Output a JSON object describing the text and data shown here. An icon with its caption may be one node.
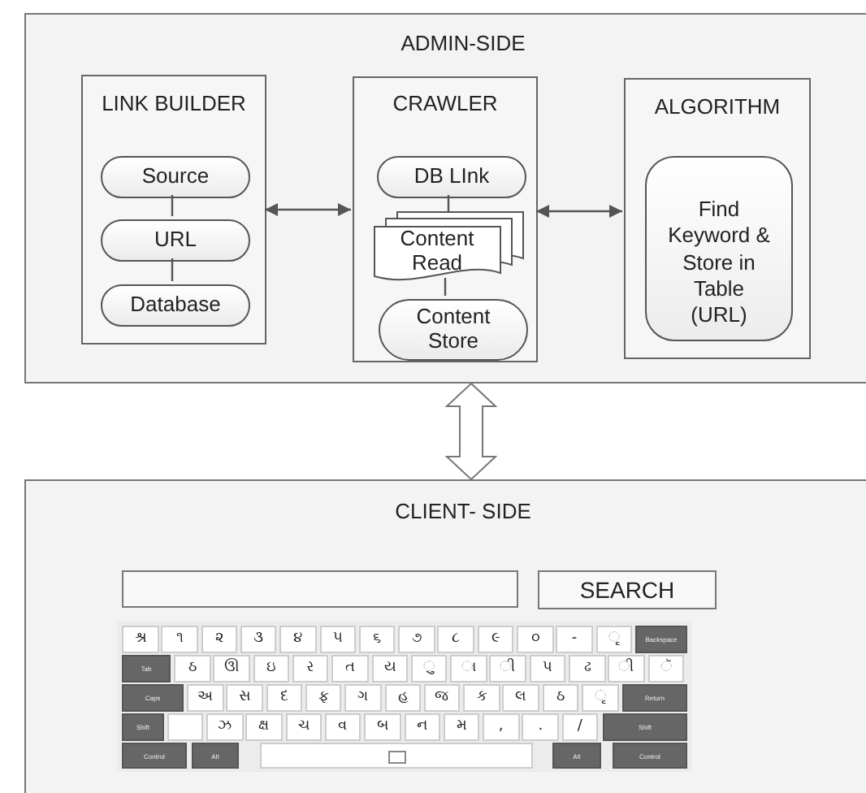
{
  "diagram": {
    "nodes": [
      {
        "text": [
          "ADMIN-SIDE"
        ]
      },
      {
        "text": [
          "LINK BUILDER"
        ],
        "in": 0
      },
      {
        "text": [
          "Source"
        ],
        "in": 1
      },
      {
        "text": [
          "URL"
        ],
        "in": 1
      },
      {
        "text": [
          "Database"
        ],
        "in": 1
      },
      {
        "text": [
          "CRAWLER"
        ],
        "in": 0
      },
      {
        "text": [
          "DB LInk"
        ],
        "in": 5
      },
      {
        "text": [
          "Content Read"
        ],
        "in": 5
      },
      {
        "text": [
          "Content Store"
        ],
        "in": 5
      },
      {
        "text": [
          "ALGORITHM"
        ],
        "in": 0
      },
      {
        "text": [
          "Find Keyword & Store in Table (URL)"
        ],
        "in": 9
      },
      {
        "text": [
          "CLIENT- SIDE"
        ]
      },
      {
        "text": [],
        "shape": "box",
        "in": 11
      },
      {
        "text": [
          "SEARCH"
        ],
        "in": 11
      }
    ],
    "edges": [
      {
        "from": 2,
        "to": 3,
        "arrow": "none"
      },
      {
        "from": 3,
        "to": 4,
        "arrow": "none"
      },
      {
        "from": 6,
        "to": 7,
        "arrow": "none"
      },
      {
        "from": 7,
        "to": 8,
        "arrow": "none"
      },
      {
        "from": 1,
        "to": 5,
        "arrow": "both"
      },
      {
        "from": 5,
        "to": 9,
        "arrow": "both"
      },
      {
        "from": 0,
        "to": 11,
        "arrow": "both"
      }
    ],
    "labels": [
      "શ્ર",
      "૧",
      "૨",
      "૩",
      "૪",
      "૫",
      "૬",
      "૭",
      "૮",
      "૯",
      "૦",
      "-",
      "ૃ",
      "Backspace",
      "Tab",
      "ઠ",
      "ઊ",
      "ઇ",
      "ર",
      "ત",
      "ય",
      "ુ",
      "ા",
      "ી",
      "પ",
      "ઢ",
      "ી",
      "ૅ",
      "Caps",
      "અ",
      "સ",
      "દ",
      "ફ",
      "ગ",
      "હ",
      "જ",
      "ક",
      "લ",
      "ઠ",
      "ૃ",
      "Return",
      "Shift",
      "ઝ",
      "ક્ષ",
      "ચ",
      "વ",
      "બ",
      "ન",
      "મ",
      ",",
      ".",
      "/",
      "Shift",
      "Control",
      "Alt",
      "Alt",
      "Control"
    ]
  }
}
